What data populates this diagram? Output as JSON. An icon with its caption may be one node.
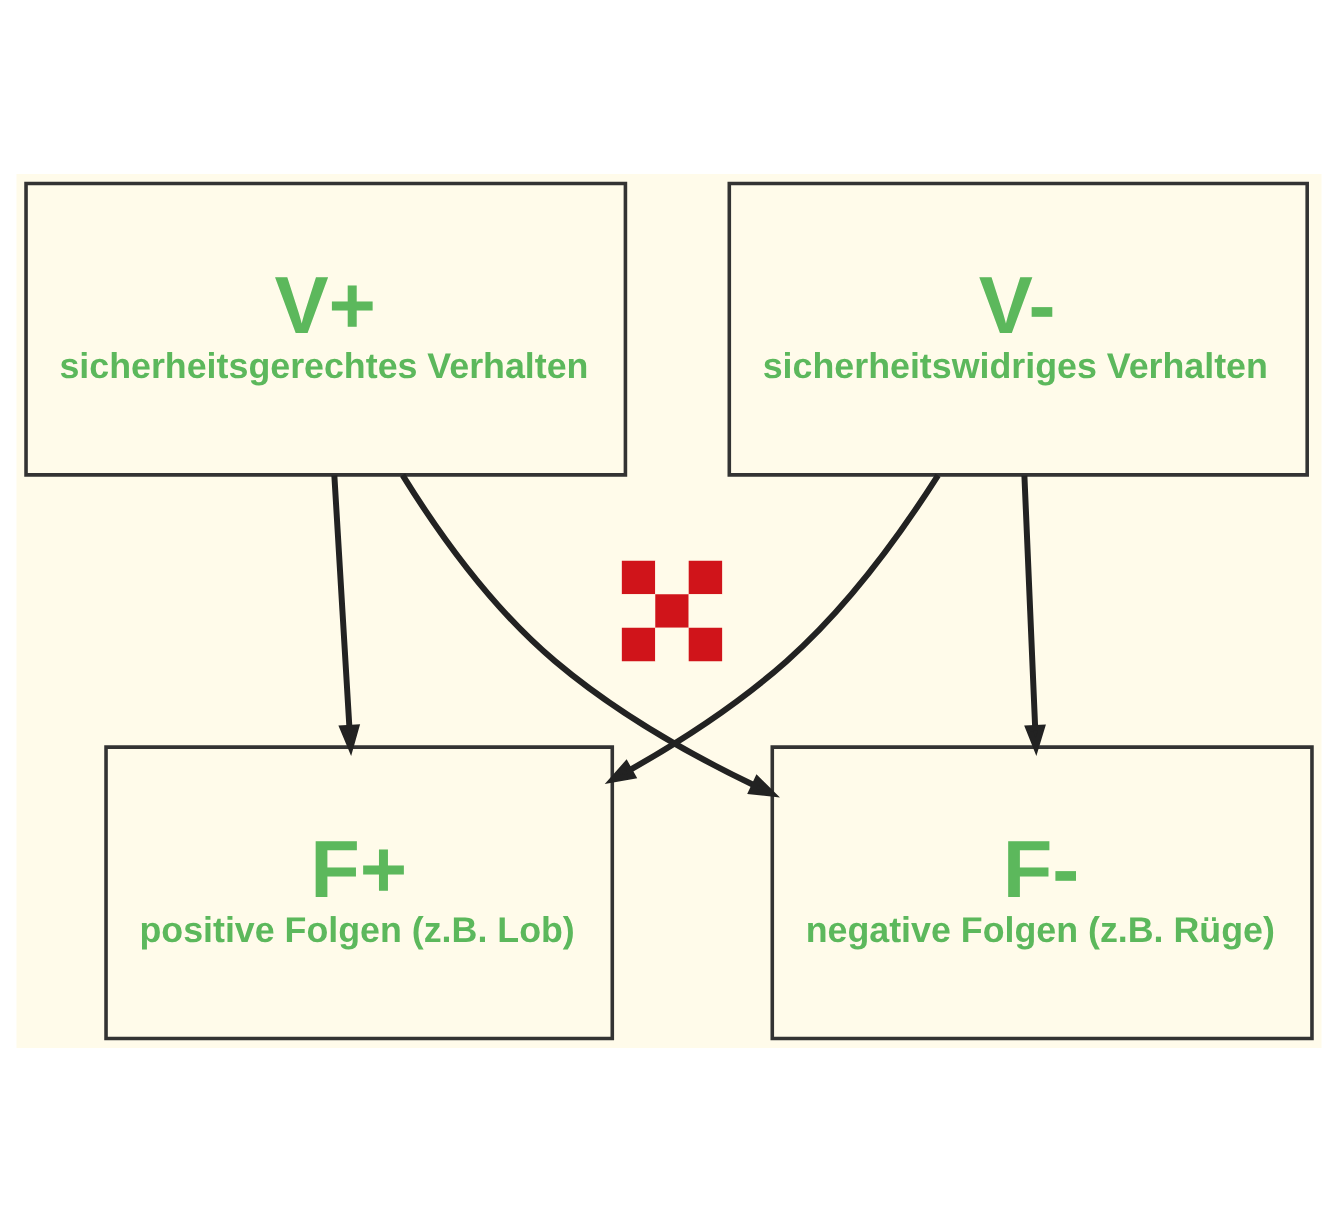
{
  "diagram": {
    "nodes": [
      {
        "text": [
          "V+",
          "sicherheitsgerechtes Verhalten"
        ]
      },
      {
        "text": [
          "V-",
          "sicherheitswidriges Verhalten"
        ]
      },
      {
        "text": [
          "F+",
          "positive Folgen (z.B. Lob)"
        ]
      },
      {
        "text": [
          "F-",
          "negative Folgen (z.B. Rüge)"
        ]
      },
      {
        "text": [],
        "shape": "cross"
      }
    ],
    "edges": [
      {
        "from": 0,
        "to": 2,
        "arrow": "to"
      },
      {
        "from": 0,
        "to": 3,
        "arrow": "to"
      },
      {
        "from": 1,
        "to": 2,
        "arrow": "to"
      },
      {
        "from": 1,
        "to": 3,
        "arrow": "to"
      }
    ]
  }
}
